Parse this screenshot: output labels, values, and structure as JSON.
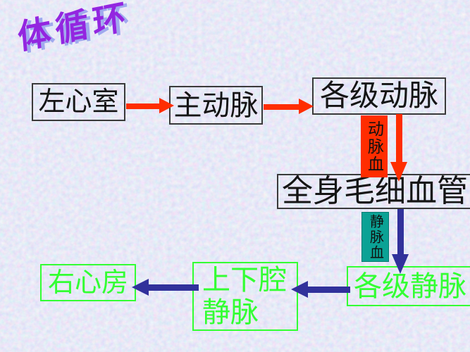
{
  "slide": {
    "title": "体循环",
    "nodes": {
      "left_ventricle": "左心室",
      "aorta": "主动脉",
      "arteries": "各级动脉",
      "capillaries": "全身毛细血管",
      "veins": "各级静脉",
      "vena_cava_line1": "上下腔",
      "vena_cava_line2": "静脉",
      "right_atrium": "右心房"
    },
    "flow_labels": {
      "arterial_blood": "动脉血",
      "venous_blood": "静脉血"
    },
    "edges": [
      {
        "from": "左心室",
        "to": "主动脉",
        "color": "red"
      },
      {
        "from": "主动脉",
        "to": "各级动脉",
        "color": "red"
      },
      {
        "from": "各级动脉",
        "to": "全身毛细血管",
        "color": "red",
        "label": "动脉血"
      },
      {
        "from": "全身毛细血管",
        "to": "各级静脉",
        "color": "blue",
        "label": "静脉血"
      },
      {
        "from": "各级静脉",
        "to": "上下腔静脉",
        "color": "blue"
      },
      {
        "from": "上下腔静脉",
        "to": "右心房",
        "color": "blue"
      }
    ],
    "colors": {
      "artery_flow": "#ff2d00",
      "vein_flow": "#31319b",
      "arterial_label_bg": "#ff2d00",
      "venous_label_bg": "#0ba295",
      "vein_text_green": "#33ff33",
      "node_text_black": "#151515",
      "title_purple": "#9326e0",
      "title_shadow": "#a0aaee",
      "background_base": "#b7c3e8"
    }
  }
}
